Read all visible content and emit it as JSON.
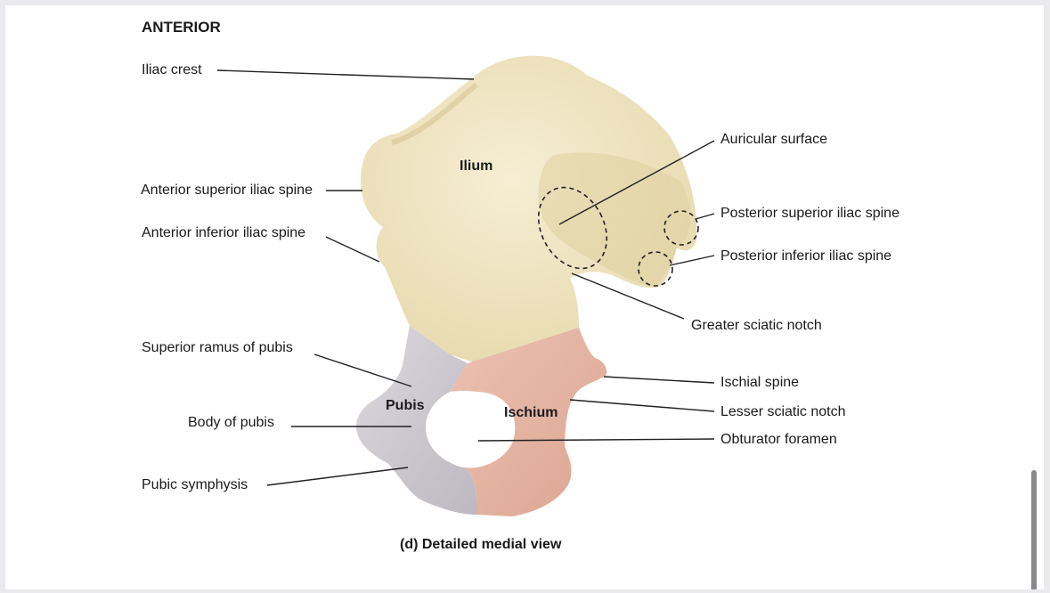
{
  "header": {
    "orientation": "ANTERIOR"
  },
  "caption": "(d) Detailed medial view",
  "regions": {
    "ilium": "Ilium",
    "pubis": "Pubis",
    "ischium": "Ischium"
  },
  "labels_left": {
    "iliac_crest": "Iliac crest",
    "anterior_superior_iliac_spine": "Anterior superior iliac spine",
    "anterior_inferior_iliac_spine": "Anterior inferior iliac spine",
    "superior_ramus_of_pubis": "Superior ramus of pubis",
    "body_of_pubis": "Body of pubis",
    "pubic_symphysis": "Pubic symphysis"
  },
  "labels_right": {
    "auricular_surface": "Auricular surface",
    "posterior_superior_iliac_spine": "Posterior superior iliac spine",
    "posterior_inferior_iliac_spine": "Posterior inferior iliac spine",
    "greater_sciatic_notch": "Greater sciatic notch",
    "ischial_spine": "Ischial spine",
    "lesser_sciatic_notch": "Lesser sciatic notch",
    "obturator_foramen": "Obturator foramen"
  },
  "colors": {
    "ilium": "#efe4c0",
    "pubis": "#cfcbd2",
    "ischium": "#e4b2a2",
    "leader": "#222222"
  }
}
